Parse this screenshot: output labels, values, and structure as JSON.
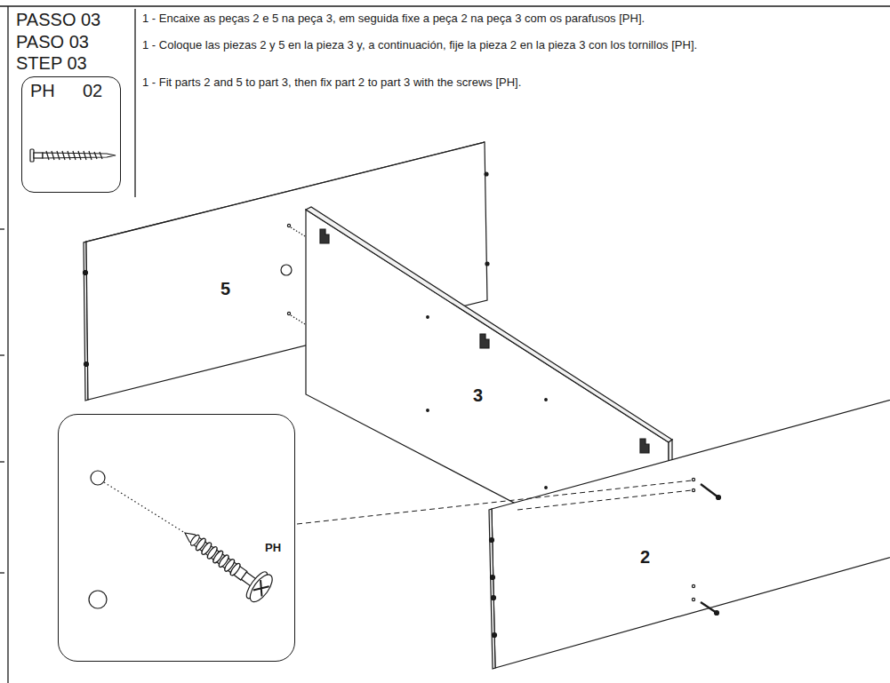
{
  "diagram": {
    "nodes": [
      {
        "text": [
          "PH",
          "02"
        ]
      },
      {
        "text": [
          "PH"
        ]
      }
    ],
    "labels": [
      "PASSO 03",
      "PASO 03",
      "STEP 03",
      "1 - Encaixe as peças 2 e 5 na peça 3, em seguida fixe a peça 2 na peça 3 com os parafusos [PH].",
      "1 - Coloque las piezas 2 y 5 en la pieza 3 y, a continuación, fije la pieza 2 en la pieza 3 con los tornillos [PH].",
      "1 - Fit parts 2 and 5 to part 3, then fix part 2 to part 3 with the screws [PH].",
      "5",
      "3",
      "2"
    ]
  }
}
